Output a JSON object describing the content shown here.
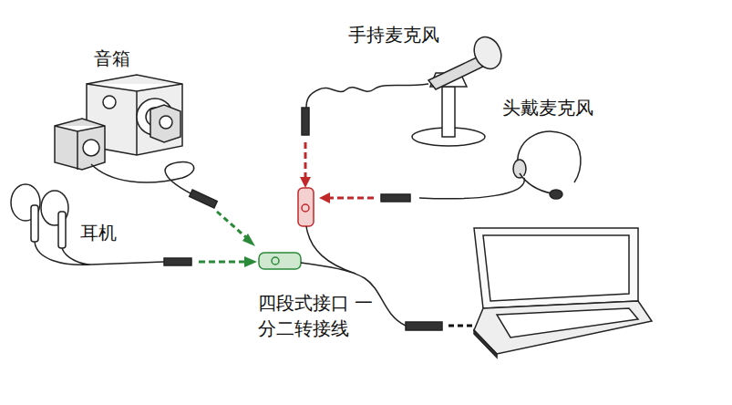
{
  "diagram": {
    "labels": [
      "音箱",
      "耳机",
      "手持麦克风",
      "头戴麦克风",
      "四段式接口 一分二转接线"
    ]
  }
}
